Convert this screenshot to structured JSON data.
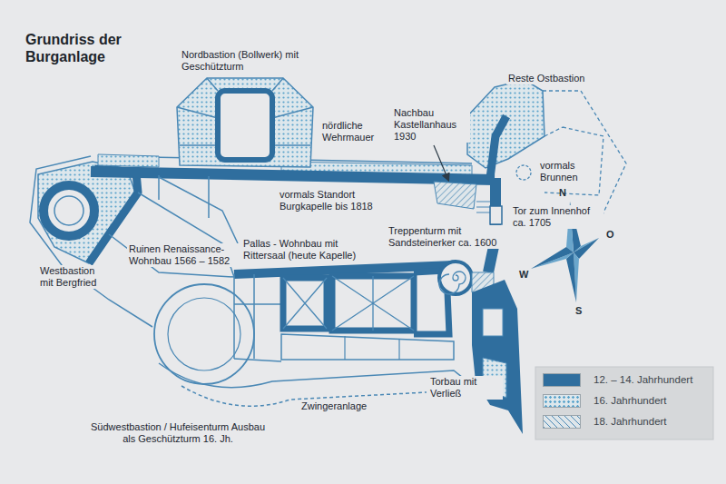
{
  "diagram": {
    "title": "Grundriss der Burganlage",
    "labels": [
      "Nordbastion (Bollwerk) mit Geschützturm",
      "nördliche Wehrmauer",
      "Reste Ostbastion",
      "Nachbau Kastellanhaus 1930",
      "vormals Brunnen",
      "vormals Standort Burgkapelle bis 1818",
      "Tor zum Innenhof ca. 1705",
      "Treppenturm mit Sandsteinerker ca. 1600",
      "Ruinen Renaissance- Wohnbau 1566 – 1582",
      "Pallas - Wohnbau mit Rittersaal (heute Kapelle)",
      "Westbastion mit Bergfried",
      "Torbau mit Verließ",
      "Zwingeranlage",
      "Südwestbastion / Hufeisenturm Ausbau als Geschützturm 16. Jh.",
      "N",
      "O",
      "S",
      "W"
    ],
    "legend": [
      {
        "text": "12. – 14. Jahrhundert",
        "color": "#2f6e9e"
      },
      {
        "text": "16. Jahrhundert"
      },
      {
        "text": "18. Jahrhundert"
      }
    ]
  }
}
